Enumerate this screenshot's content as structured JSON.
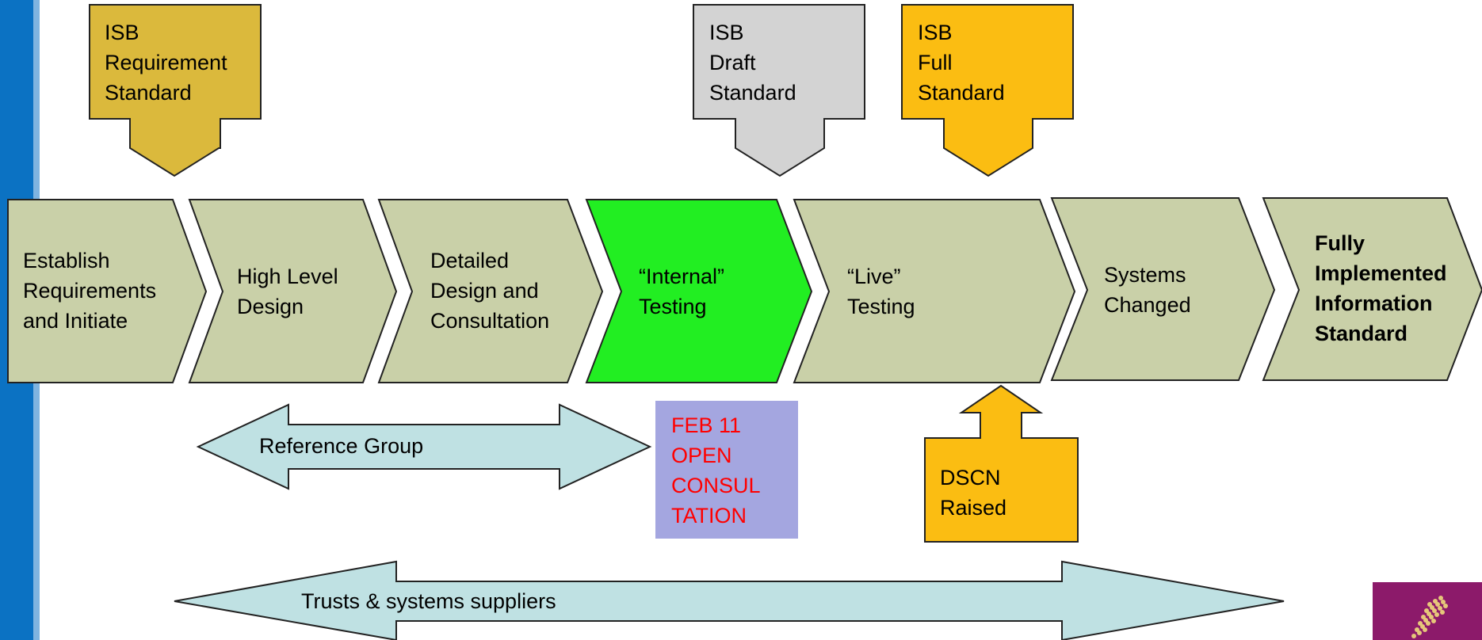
{
  "top_callouts": [
    {
      "id": "isb-requirement-standard",
      "text": "ISB\nRequirement\nStandard",
      "color": "#dbb93c"
    },
    {
      "id": "isb-draft-standard",
      "text": "ISB\nDraft\nStandard",
      "color": "#d3d3d3"
    },
    {
      "id": "isb-full-standard",
      "text": "ISB\nFull\nStandard",
      "color": "#fbbd12"
    }
  ],
  "stages": [
    {
      "id": "establish",
      "text": "Establish\nRequirements\nand Initiate",
      "color": "#c9d0a8"
    },
    {
      "id": "high-level-design",
      "text": "High Level\nDesign",
      "color": "#c9d0a8"
    },
    {
      "id": "detailed-design",
      "text": "Detailed\nDesign and\nConsultation",
      "color": "#c9d0a8"
    },
    {
      "id": "internal-testing",
      "text": "“Internal”\nTesting",
      "color": "#22ee22"
    },
    {
      "id": "live-testing",
      "text": "“Live”\nTesting",
      "color": "#c9d0a8"
    },
    {
      "id": "systems-changed",
      "text": "Systems\nChanged",
      "color": "#c9d0a8"
    },
    {
      "id": "fully-implemented",
      "text": "Fully\nImplemented\nInformation\nStandard",
      "color": "#c9d0a8"
    }
  ],
  "reference_group": {
    "text": "Reference Group",
    "color": "#bfe1e3"
  },
  "consultation_note": {
    "text": "FEB 11\nOPEN\nCONSUL\nTATION",
    "color": "#a4a6e0",
    "text_color": "#ff0000"
  },
  "dscn": {
    "text": "DSCN\nRaised",
    "color": "#fbbd12"
  },
  "trusts": {
    "text": "Trusts & systems suppliers",
    "color": "#bfe1e3"
  },
  "stroke_color": "#222222"
}
